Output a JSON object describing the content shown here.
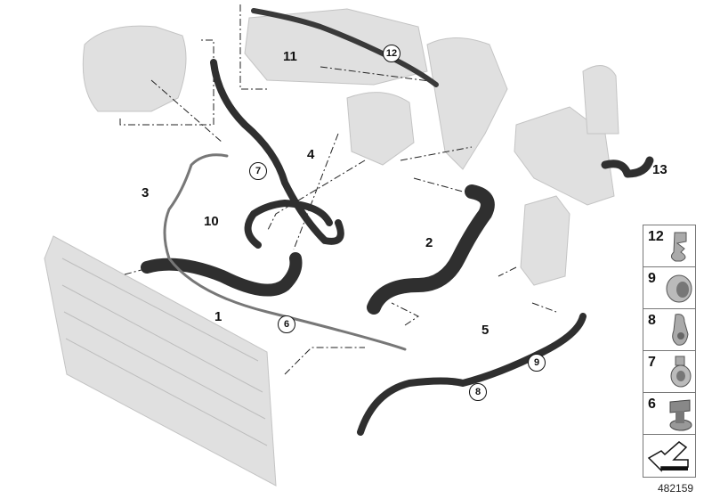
{
  "diagram_code": "482159",
  "callouts": [
    {
      "id": "label-1",
      "text": "1",
      "style": "plain"
    },
    {
      "id": "label-2",
      "text": "2",
      "style": "plain"
    },
    {
      "id": "label-3",
      "text": "3",
      "style": "plain"
    },
    {
      "id": "label-4",
      "text": "4",
      "style": "plain"
    },
    {
      "id": "label-5",
      "text": "5",
      "style": "plain"
    },
    {
      "id": "label-6",
      "text": "6",
      "style": "circled"
    },
    {
      "id": "label-7",
      "text": "7",
      "style": "circled"
    },
    {
      "id": "label-8",
      "text": "8",
      "style": "circled"
    },
    {
      "id": "label-9",
      "text": "9",
      "style": "circled"
    },
    {
      "id": "label-10",
      "text": "10",
      "style": "plain"
    },
    {
      "id": "label-11",
      "text": "11",
      "style": "plain"
    },
    {
      "id": "label-12",
      "text": "12",
      "style": "circled"
    },
    {
      "id": "label-13",
      "text": "13",
      "style": "plain"
    }
  ],
  "legend": [
    {
      "text": "12",
      "icon": "clip-icon"
    },
    {
      "text": "9",
      "icon": "sleeve-icon"
    },
    {
      "text": "8",
      "icon": "double-clip-icon"
    },
    {
      "text": "7",
      "icon": "hose-clamp-icon"
    },
    {
      "text": "6",
      "icon": "holder-icon"
    },
    {
      "text": "",
      "icon": "direction-arrow-icon"
    }
  ],
  "colors": {
    "hose": "#2f2f2f",
    "part": "#d9d9d9",
    "line": "#222222"
  }
}
